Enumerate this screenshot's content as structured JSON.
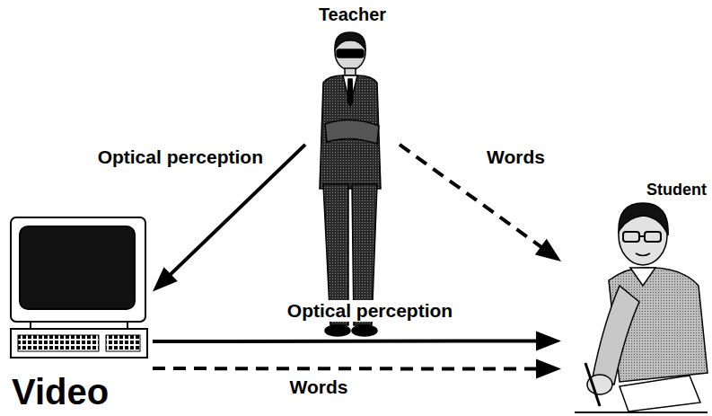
{
  "diagram": {
    "nodes": [
      {
        "text": [
          "Teacher"
        ]
      },
      {
        "text": [
          "Video"
        ]
      },
      {
        "text": [
          "Student"
        ]
      }
    ],
    "edges": [
      {
        "from": 0,
        "to": 1,
        "arrow": "to",
        "label": "Optical perception"
      },
      {
        "from": 0,
        "to": 2,
        "arrow": "to",
        "label": "Words"
      },
      {
        "from": 1,
        "to": 2,
        "arrow": "to",
        "label": "Optical perception"
      },
      {
        "from": 1,
        "to": 2,
        "arrow": "to",
        "label": "Words"
      }
    ]
  }
}
